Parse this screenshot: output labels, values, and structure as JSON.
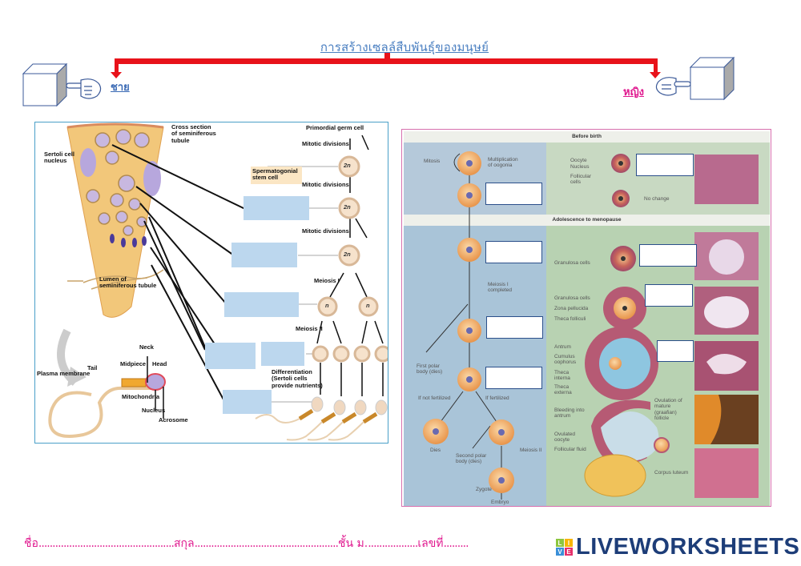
{
  "header": {
    "title": "การสร้างเซลล์สืบพันธุ์ของมนุษย์",
    "male_label": "ชาย",
    "female_label": "หญิง",
    "bracket_color": "#e8121a"
  },
  "male_panel": {
    "labels": {
      "cross_section": "Cross section\nof seminiferous\ntubule",
      "sertoli_nucleus": "Sertoli cell\nnucleus",
      "lumen": "Lumen of\nseminiferous tubule",
      "primordial": "Primordial germ cell",
      "mitotic_1": "Mitotic divisions",
      "stem_cell": "Spermatogonial\nstem cell",
      "mitotic_2": "Mitotic divisions",
      "mitotic_3": "Mitotic divisions",
      "meiosis_1": "Meiosis I",
      "meiosis_2": "Meiosis II",
      "differentiation": "Differentiation\n(Sertoli cells\nprovide nutrients)",
      "neck": "Neck",
      "tail": "Tail",
      "midpiece": "Midpiece",
      "head": "Head",
      "plasma_membrane": "Plasma membrane",
      "mitochondria": "Mitochondria",
      "nucleus": "Nucleus",
      "acrosome": "Acrosome"
    },
    "ploidy": {
      "diploid": "2n",
      "haploid": "n"
    },
    "answers": [
      {
        "value": ""
      },
      {
        "value": ""
      },
      {
        "value": ""
      },
      {
        "value": ""
      },
      {
        "value": ""
      },
      {
        "value": ""
      }
    ]
  },
  "female_panel": {
    "sections": {
      "before_birth": "Before birth",
      "adolescence": "Adolescence to menopause"
    },
    "labels": {
      "mitosis": "Mitosis",
      "multiplication": "Multiplication\nof oogonia",
      "oocyte": "Oocyte",
      "nucleus": "Nucleus",
      "follicular_cells": "Follicular\ncells",
      "no_change": "No change",
      "meiosis1_completed": "Meiosis I\ncompleted",
      "first_polar": "First polar\nbody (dies)",
      "not_fertilized": "If not fertilized",
      "fertilized": "If fertilized",
      "dies": "Dies",
      "second_polar": "Second polar\nbody (dies)",
      "meiosis2": "Meiosis II",
      "zygote": "Zygote",
      "embryo": "Embryo",
      "granulosa_1": "Granulosa cells",
      "granulosa_2": "Granulosa cells",
      "zona": "Zona pellucida",
      "theca_folliculi": "Theca folliculi",
      "antrum": "Antrum",
      "cumulus": "Cumulus\noophorus",
      "theca_interna": "Theca\ninterna",
      "theca_externa": "Theca\nexterna",
      "bleeding": "Bleeding into\nantrum",
      "ovulation": "Ovulation of\nmature\n(graafian)\nfollicle",
      "ovulated": "Ovulated\noocyte",
      "follicular_fluid": "Follicular fluid",
      "corpus_luteum": "Corpus luteum"
    },
    "answers": [
      {
        "value": ""
      },
      {
        "value": ""
      },
      {
        "value": ""
      },
      {
        "value": ""
      },
      {
        "value": ""
      },
      {
        "value": ""
      },
      {
        "value": ""
      },
      {
        "value": ""
      }
    ]
  },
  "footer": {
    "name_label": "ชื่อ",
    "surname_label": "สกุล",
    "class_label": "ชั้น ม.",
    "number_label": "เลขที่",
    "logo_text": "LIVEWORKSHEETS",
    "logo_tiles": [
      "L",
      "I",
      "V",
      "E"
    ],
    "logo_tile_colors": [
      "#8cc63f",
      "#f7b500",
      "#3a8fd8",
      "#e5306c"
    ]
  }
}
